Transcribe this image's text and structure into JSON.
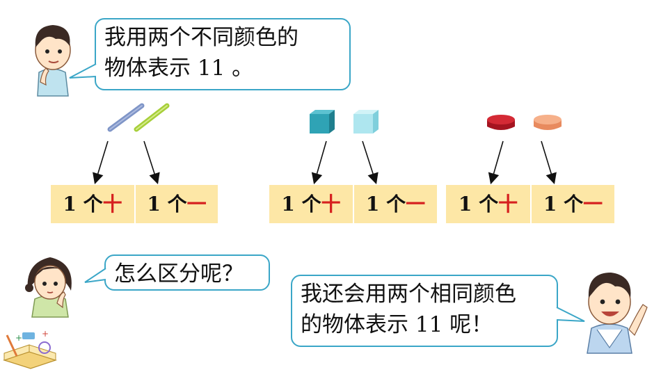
{
  "bubbles": {
    "boy_top": {
      "line1": "我用两个不同颜色的",
      "line2": "物体表示 11 。"
    },
    "girl": {
      "text": "怎么区分呢？"
    },
    "boy_bottom": {
      "line1": "我还会用两个相同颜色",
      "line2": "的物体表示 11 呢！"
    }
  },
  "groups": [
    {
      "object": "sticks",
      "left": {
        "num": "1 个",
        "unit": "十"
      },
      "right": {
        "num": "1 个",
        "unit": "一"
      }
    },
    {
      "object": "cubes",
      "left": {
        "num": "1 个",
        "unit": "十"
      },
      "right": {
        "num": "1 个",
        "unit": "一"
      }
    },
    {
      "object": "discs",
      "left": {
        "num": "1 个",
        "unit": "十"
      },
      "right": {
        "num": "1 个",
        "unit": "一"
      }
    }
  ],
  "colors": {
    "bubble_border": "#3aa6c7",
    "cell_bg": "#fde7a6",
    "unit_red": "#d6201f"
  },
  "icons": [
    "boy-avatar-icon",
    "girl-avatar-icon",
    "boy-waving-icon",
    "math-tools-icon",
    "blue-stick-icon",
    "green-stick-icon",
    "teal-cube-icon",
    "light-cube-icon",
    "red-disc-icon",
    "orange-disc-icon"
  ]
}
